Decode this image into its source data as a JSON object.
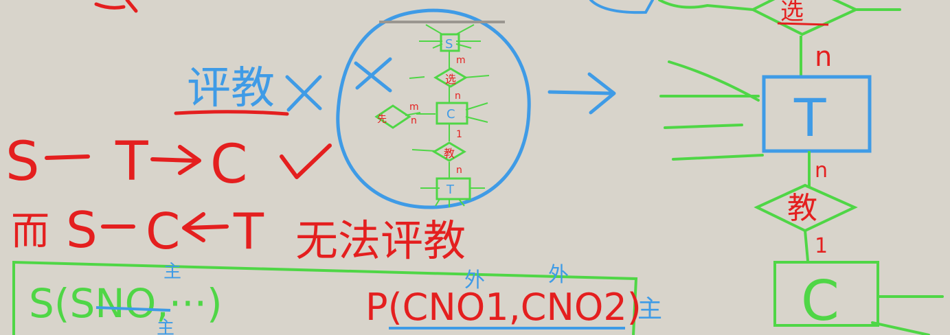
{
  "colors": {
    "background": "#d8d4cb",
    "red": "#e41f1f",
    "green": "#4fd646",
    "blue": "#3f9be6",
    "gray": "#9a9690"
  },
  "left_notes": {
    "heading": "评教",
    "line1_s": "S",
    "line1_t": "T",
    "line1_c": "C",
    "line2_prefix": "而",
    "line2_s": "S",
    "line2_c": "C",
    "line2_t": "T",
    "line2_suffix": "无法评教"
  },
  "inset_diagram": {
    "entity_s": "S",
    "relation_select": "选",
    "entity_c": "C",
    "relation_teach": "教",
    "entity_t": "T",
    "side_relation": "先",
    "card_m1": "m",
    "card_n1": "n",
    "card_m2": "m",
    "card_n2": "n",
    "card_1": "1",
    "card_n3": "n"
  },
  "right_diagram": {
    "relation_select": "选",
    "card_select": "n",
    "entity_t": "T",
    "card_teach_top": "n",
    "relation_teach": "教",
    "card_teach_bottom": "1",
    "entity_c": "C"
  },
  "schema_box": {
    "schema_s": "S(SNO,···)",
    "schema_s_annotation": "主",
    "schema_s_annotation2": "主",
    "schema_p": "P(CNO1,CNO2)",
    "foreign_label_1": "外",
    "foreign_label_2": "外",
    "primary_label": "主"
  }
}
